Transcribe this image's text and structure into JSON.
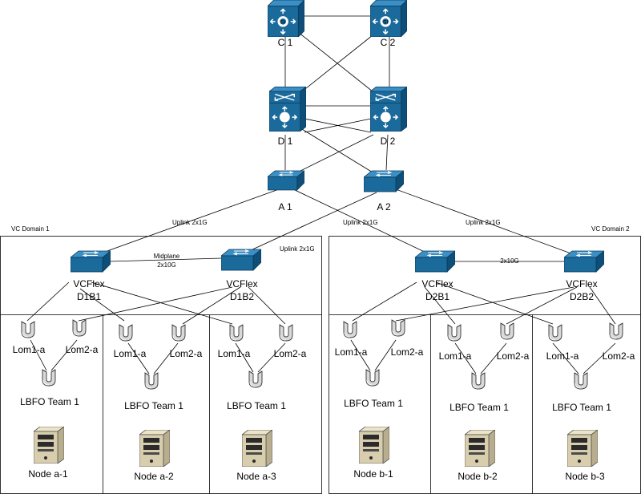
{
  "diagram": {
    "core": [
      {
        "label": "C 1",
        "icon": "core-switch-icon"
      },
      {
        "label": "C 2",
        "icon": "core-switch-icon"
      }
    ],
    "distribution": [
      {
        "label": "D 1",
        "icon": "layer3-switch-icon"
      },
      {
        "label": "D 2",
        "icon": "layer3-switch-icon"
      }
    ],
    "access": [
      {
        "label": "A 1",
        "icon": "workgroup-switch-icon"
      },
      {
        "label": "A 2",
        "icon": "workgroup-switch-icon"
      }
    ],
    "link_labels": {
      "uplink_d1_a1": "Uplink 2x1G",
      "uplink_d1_a2": "Uplink 2x1G",
      "uplink_d2_a1": "Uplink 2x1G",
      "uplink_d2_a2": "Uplink 2x1G",
      "midplane_line1": "Midplane",
      "midplane_line2": "2x10G",
      "d2_interconnect": "2x10G"
    },
    "domains": [
      {
        "label": "VC Domain 1",
        "switches": [
          {
            "line1": "VCFlex",
            "line2": "D1B1"
          },
          {
            "line1": "VCFlex",
            "line2": "D1B2"
          }
        ],
        "hosts": [
          {
            "nic1": "Lom1-a",
            "nic2": "Lom2-a",
            "team": "LBFO Team 1",
            "node": "Node a-1"
          },
          {
            "nic1": "Lom1-a",
            "nic2": "Lom2-a",
            "team": "LBFO Team 1",
            "node": "Node a-2"
          },
          {
            "nic1": "Lom1-a",
            "nic2": "Lom2-a",
            "team": "LBFO Team 1",
            "node": "Node a-3"
          }
        ]
      },
      {
        "label": "VC Domain 2",
        "switches": [
          {
            "line1": "VCFlex",
            "line2": "D2B1"
          },
          {
            "line1": "VCFlex",
            "line2": "D2B2"
          }
        ],
        "hosts": [
          {
            "nic1": "Lom1-a",
            "nic2": "Lom2-a",
            "team": "LBFO Team 1",
            "node": "Node b-1"
          },
          {
            "nic1": "Lom1-a",
            "nic2": "Lom2-a",
            "team": "LBFO Team 1",
            "node": "Node b-2"
          },
          {
            "nic1": "Lom1-a",
            "nic2": "Lom2-a",
            "team": "LBFO Team 1",
            "node": "Node b-3"
          }
        ]
      }
    ],
    "colors": {
      "switch_front": "#1a6a9c",
      "switch_top": "#3b8fc4",
      "switch_side": "#0f4e78",
      "server_body": "#d8ceae",
      "server_dark": "#2b2b2b",
      "nic_fill": "#d9d9d9",
      "line": "#000000"
    }
  }
}
